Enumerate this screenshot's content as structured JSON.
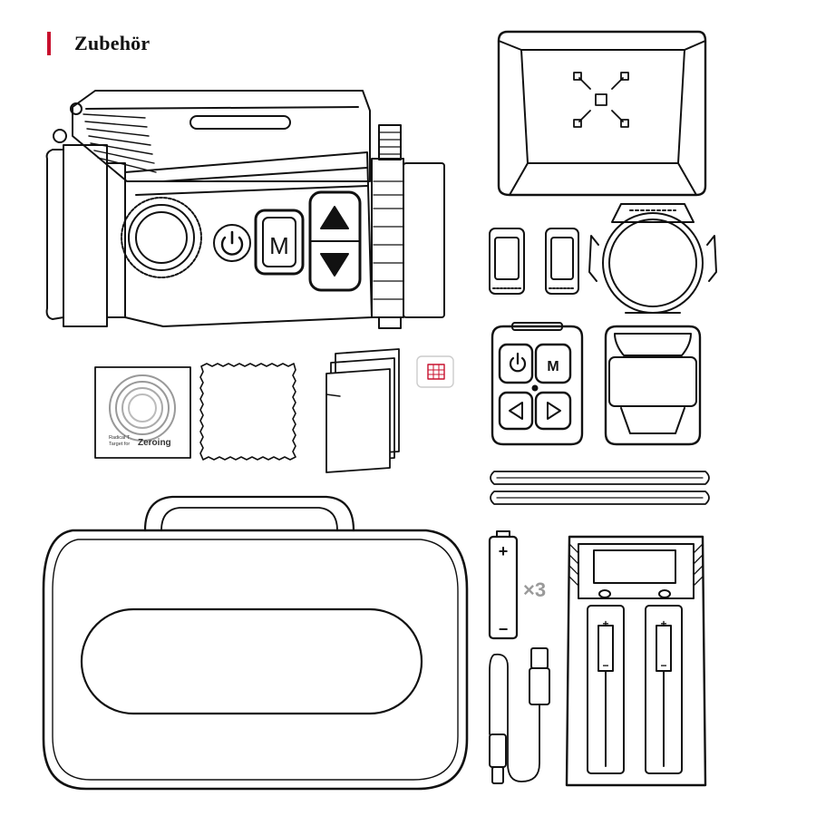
{
  "page": {
    "heading": "Zubehör",
    "accent_color": "#c8102e"
  },
  "items": {
    "device": {
      "power_icon": "power-icon",
      "menu_label": "M",
      "up_icon": "triangle-up-icon",
      "down_icon": "triangle-down-icon"
    },
    "zeroing_target": {
      "line1": "Radical T",
      "line2": "Target for",
      "line3": "Zeroing"
    },
    "battery": {
      "plus": "+",
      "minus": "−",
      "quantity": "×3"
    },
    "charger": {
      "plus": "+",
      "minus": "−"
    },
    "remote": {
      "icons": [
        "power-icon",
        "menu-icon",
        "triangle-left-icon",
        "triangle-right-icon"
      ],
      "menu_label": "M"
    }
  }
}
